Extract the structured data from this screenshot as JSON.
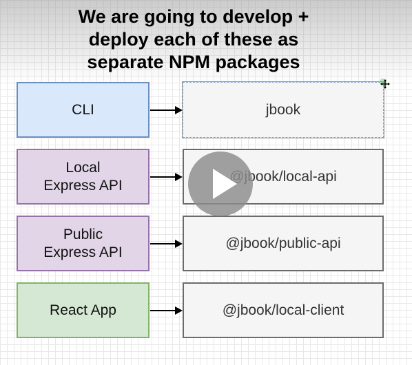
{
  "title": {
    "lines": [
      "We are going to develop +",
      "deploy each of these as",
      "separate NPM packages"
    ]
  },
  "rows": [
    {
      "component": {
        "lines": [
          "CLI"
        ],
        "fill": "#dae8fc",
        "stroke": "#6c8ebf"
      },
      "package": "jbook"
    },
    {
      "component": {
        "lines": [
          "Local",
          "Express API"
        ],
        "fill": "#e1d5e7",
        "stroke": "#9673a6"
      },
      "package": "@jbook/local-api"
    },
    {
      "component": {
        "lines": [
          "Public",
          "Express API"
        ],
        "fill": "#e1d5e7",
        "stroke": "#9673a6"
      },
      "package": "@jbook/public-api"
    },
    {
      "component": {
        "lines": [
          "React App"
        ],
        "fill": "#d5e8d4",
        "stroke": "#82b366"
      },
      "package": "@jbook/local-client"
    }
  ],
  "video_overlay": {
    "icon": "play-icon"
  }
}
